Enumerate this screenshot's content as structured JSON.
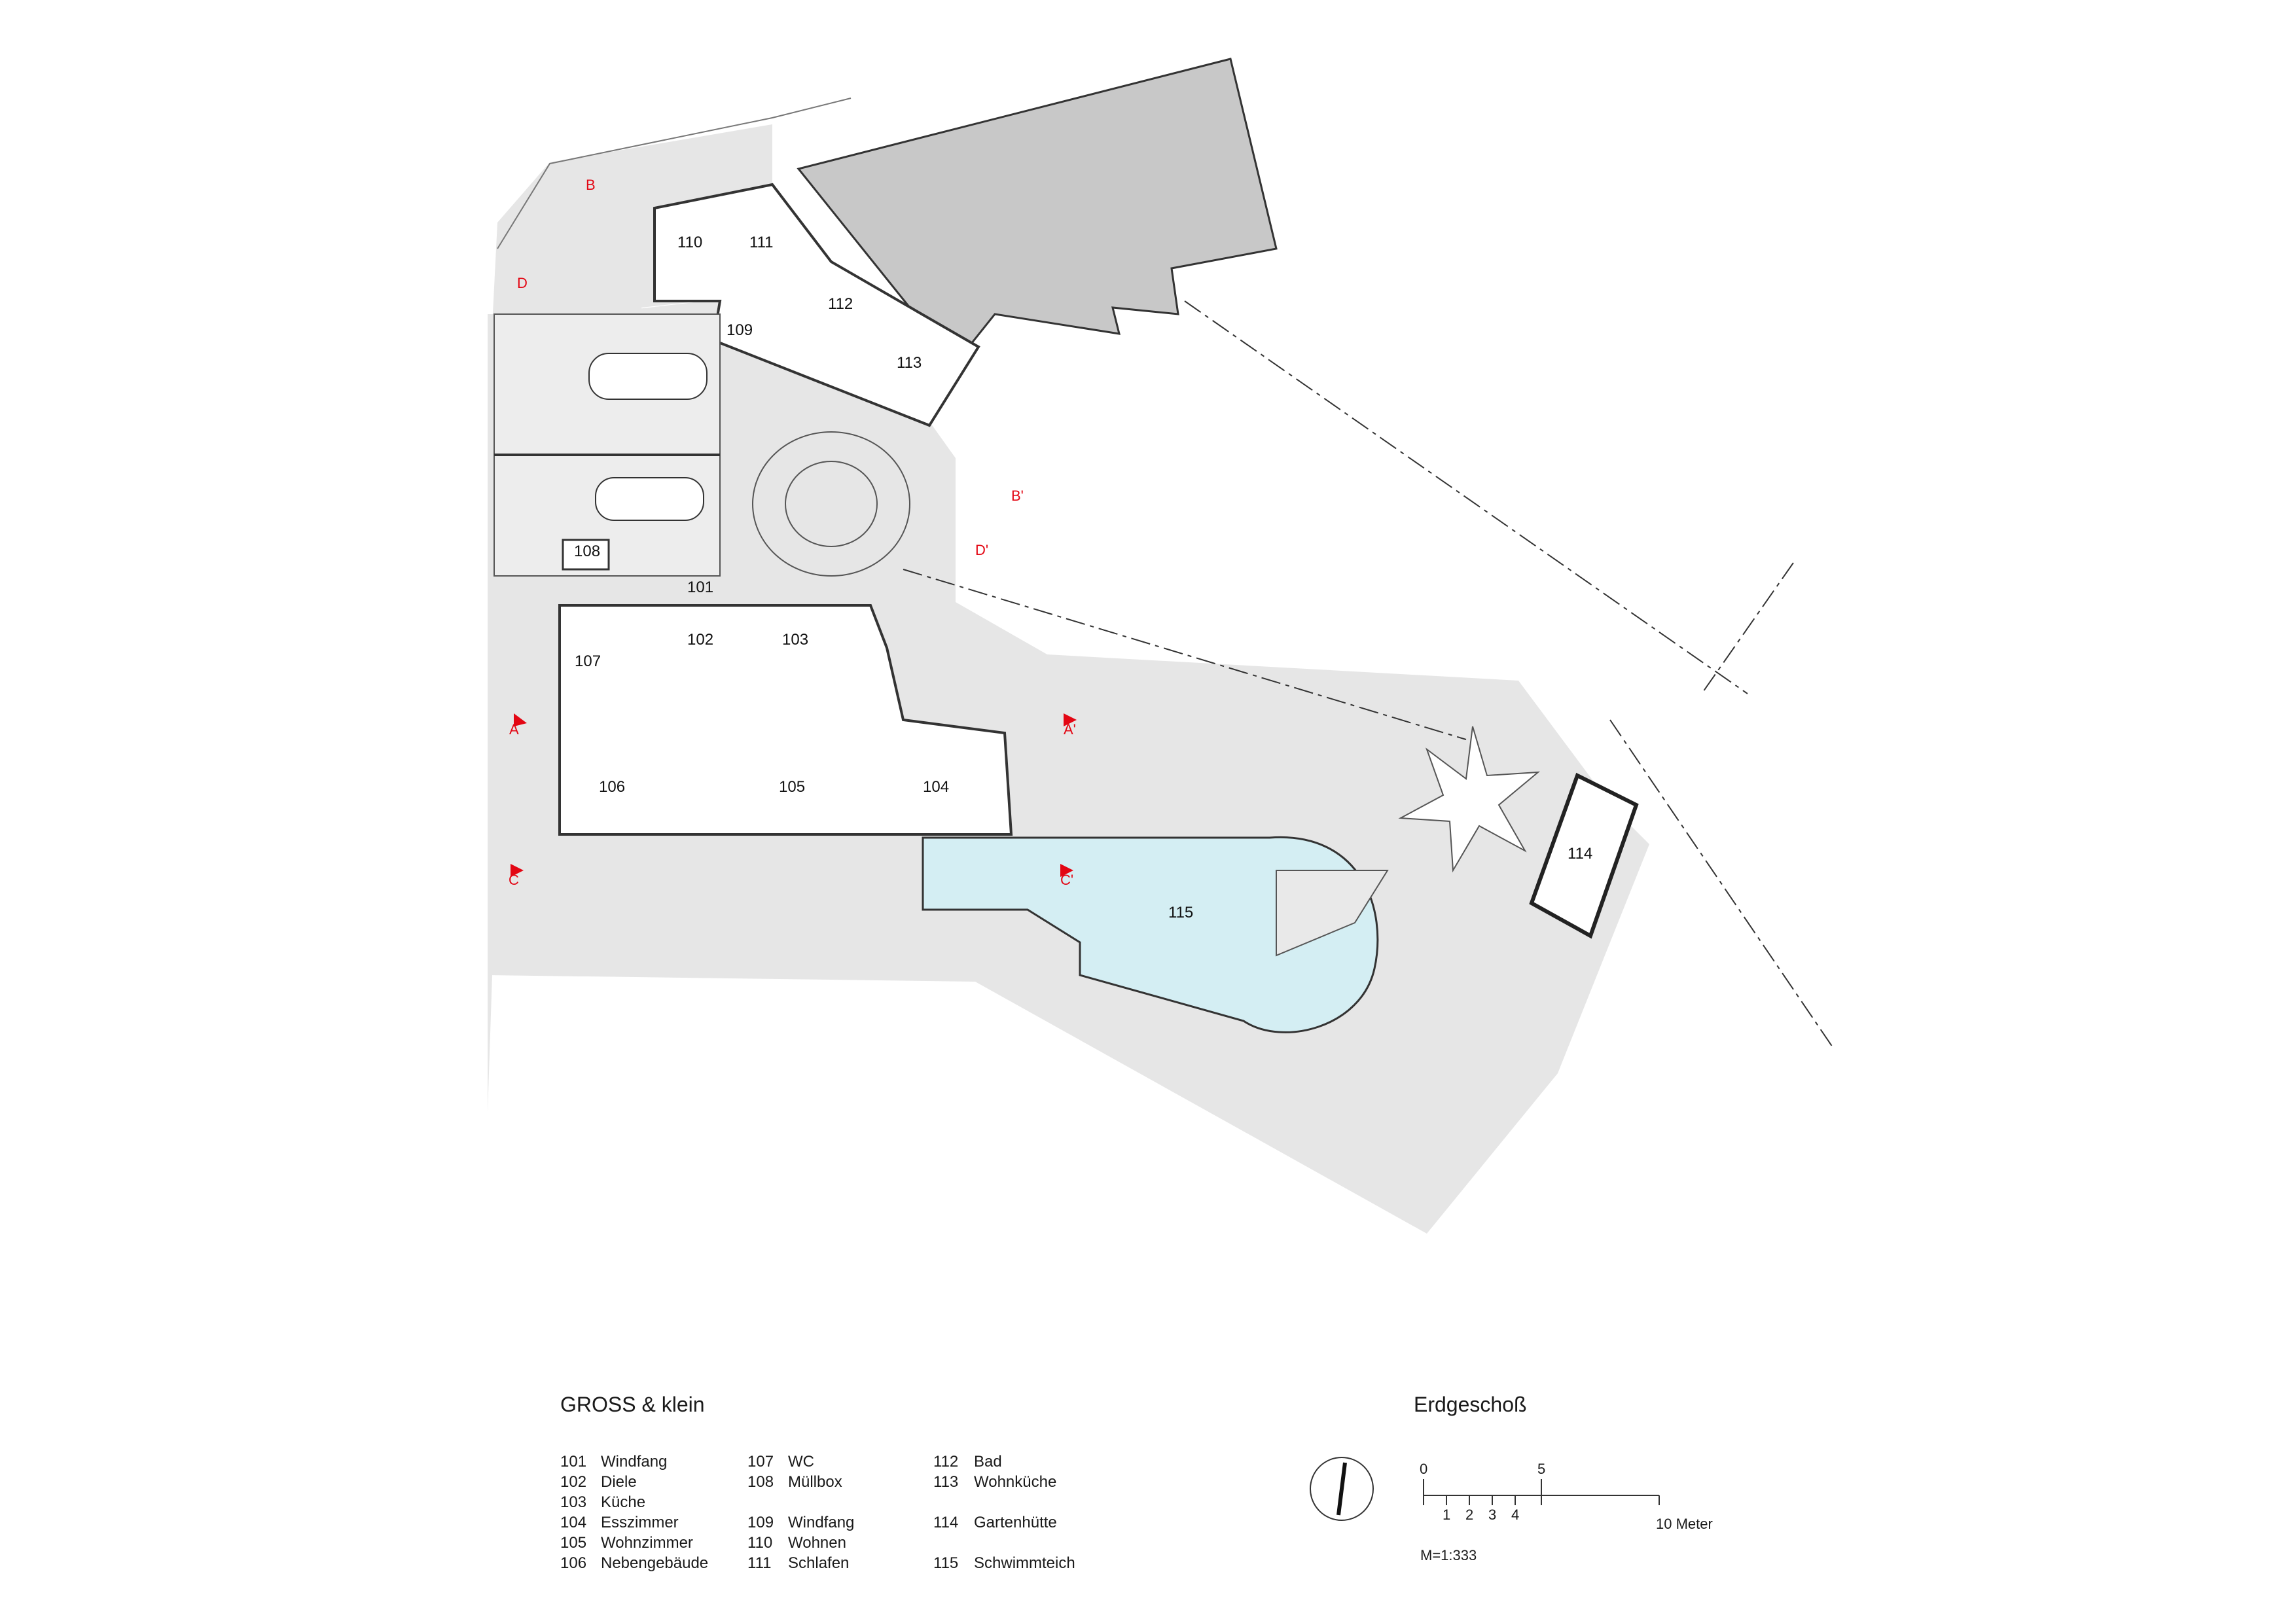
{
  "project_title": "GROSS & klein",
  "sheet_title": "Erdgeschoß",
  "legend": [
    {
      "column": 1,
      "items": [
        {
          "num": "101",
          "name": "Windfang"
        },
        {
          "num": "102",
          "name": "Diele"
        },
        {
          "num": "103",
          "name": "Küche"
        },
        {
          "num": "104",
          "name": "Esszimmer"
        },
        {
          "num": "105",
          "name": "Wohnzimmer"
        },
        {
          "num": "106",
          "name": "Nebengebäude"
        }
      ]
    },
    {
      "column": 2,
      "items": [
        {
          "num": "107",
          "name": "WC"
        },
        {
          "num": "108",
          "name": "Müllbox"
        },
        {
          "num": "109",
          "name": "Windfang"
        },
        {
          "num": "110",
          "name": "Wohnen"
        },
        {
          "num": "111",
          "name": "Schlafen"
        }
      ]
    },
    {
      "column": 3,
      "items": [
        {
          "num": "112",
          "name": "Bad"
        },
        {
          "num": "113",
          "name": "Wohnküche"
        },
        {
          "num": "114",
          "name": "Gartenhütte"
        },
        {
          "num": "115",
          "name": "Schwimmteich"
        }
      ]
    }
  ],
  "scale_bar": {
    "ticks": [
      "0",
      "1",
      "2",
      "3",
      "4",
      "5"
    ],
    "end_label": "10 Meter",
    "ratio": "M=1:333"
  },
  "section_markers": [
    "A",
    "A'",
    "B",
    "B'",
    "C",
    "C'",
    "D",
    "D'"
  ],
  "colors": {
    "ground": "#e6e6e6",
    "neighbour_building": "#c8c8c8",
    "pool": "#d4eef3",
    "walls": "#333333",
    "section_marker": "#e30613"
  },
  "icons": [
    "north-arrow-icon",
    "car-icon",
    "tree-icon",
    "star-palm-icon"
  ]
}
